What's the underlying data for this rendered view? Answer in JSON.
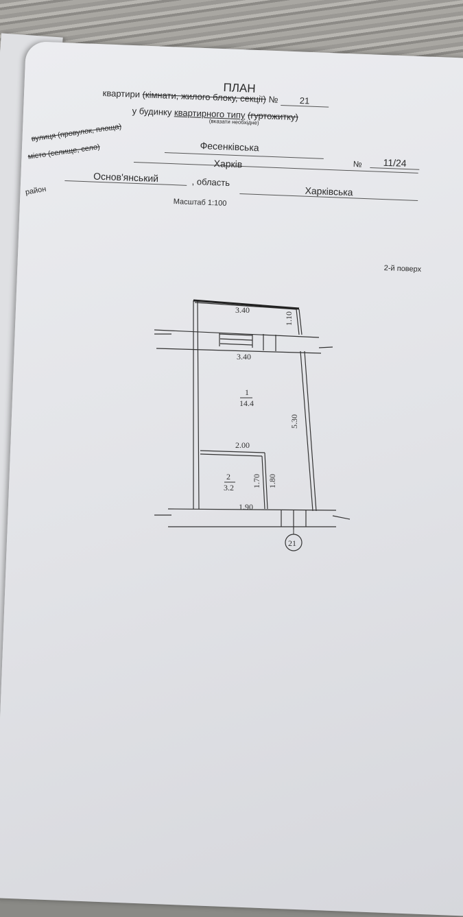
{
  "header": {
    "title": "ПЛАН",
    "line1_prefix": "квартири",
    "line1_struck": "(кімнати, жилого блоку, секції)",
    "line1_no": "№",
    "apartment_no": "21",
    "line2_prefix": "у будинку",
    "line2_type": "квартирного типу",
    "line2_struck": "(гуртожитку)",
    "hint": "(вказати необхідне)"
  },
  "address": {
    "street_label": "вулиця (провулок, площа)",
    "street_value": "Фесенківська",
    "city_label": "місто (селище, село)",
    "city_value": "Харків",
    "no_label": "№",
    "house_no": "11/24",
    "district_label": "район",
    "district_value": "Основ'янський",
    "region_label": ", область",
    "region_value": "Харківська"
  },
  "scale": "Масштаб 1:100",
  "floor": "2-й поверх",
  "plan": {
    "dims": {
      "top_width": "3.40",
      "balcony_depth": "1.10",
      "room_width": "3.40",
      "room_length": "5.30",
      "bath_width_top": "2.00",
      "bath_width_bottom": "1.90",
      "bath_h1": "1.70",
      "bath_h2": "1.80"
    },
    "rooms": [
      {
        "number": "1",
        "area": "14.4"
      },
      {
        "number": "2",
        "area": "3.2"
      }
    ],
    "apartment_marker": "21"
  }
}
